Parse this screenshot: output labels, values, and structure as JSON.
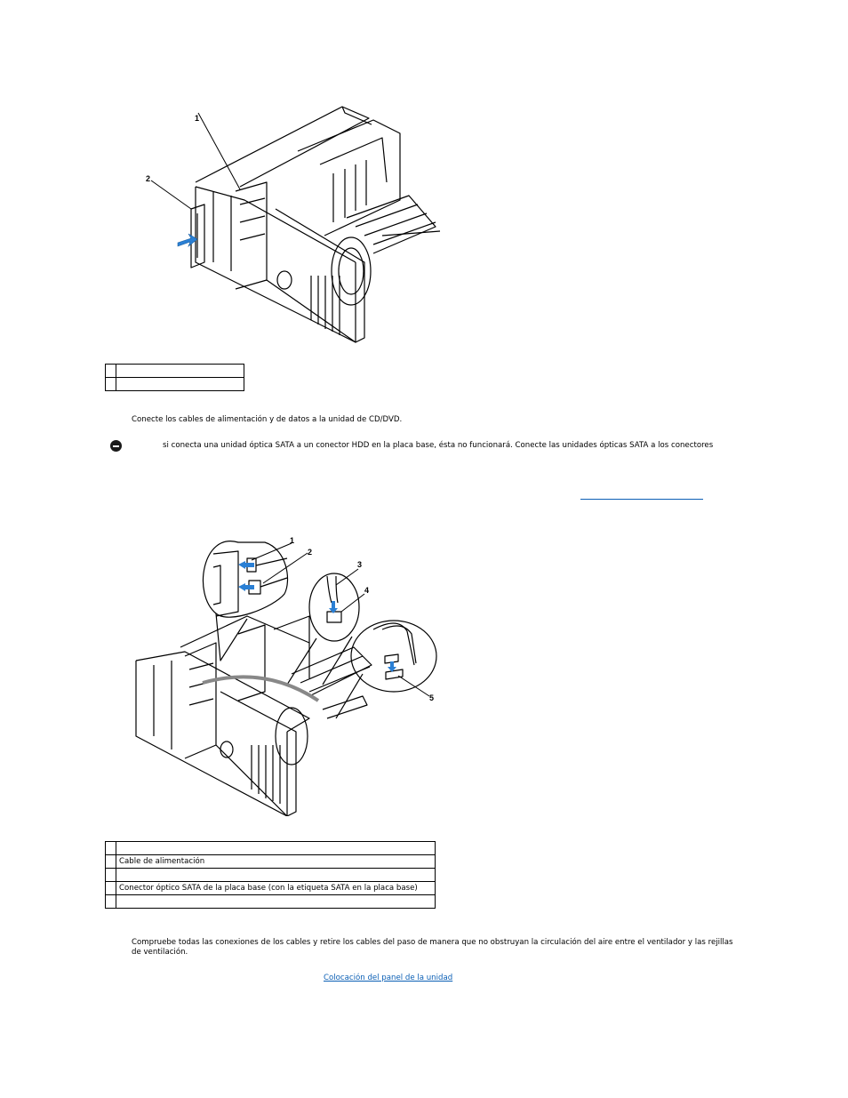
{
  "figure1": {
    "callouts": [
      "1",
      "2"
    ],
    "legend_rows": [
      {
        "num": "",
        "text": ""
      },
      {
        "num": "",
        "text": ""
      }
    ]
  },
  "step_connect": "Conecte los cables de alimentación y de datos a la unidad de CD/DVD.",
  "notice": {
    "icon": "notice-icon",
    "text": "si conecta una unidad óptica SATA a un conector HDD en la placa base, ésta no funcionará. Conecte las unidades ópticas SATA a los conectores"
  },
  "figure2": {
    "callouts": [
      "1",
      "2",
      "3",
      "4",
      "5"
    ],
    "legend_rows": [
      {
        "num": "",
        "text": ""
      },
      {
        "num": "",
        "text": "Cable de alimentación"
      },
      {
        "num": "",
        "text": ""
      },
      {
        "num": "",
        "text": "Conector óptico SATA de la placa base (con la etiqueta SATA en la placa base)"
      },
      {
        "num": "",
        "text": ""
      }
    ]
  },
  "step_check": "Compruebe todas las conexiones de los cables y retire los cables del paso de manera que no obstruyan la circulación del aire entre el ventilador y las rejillas de ventilación.",
  "link_drive_panel": "Colocación del panel de la unidad"
}
